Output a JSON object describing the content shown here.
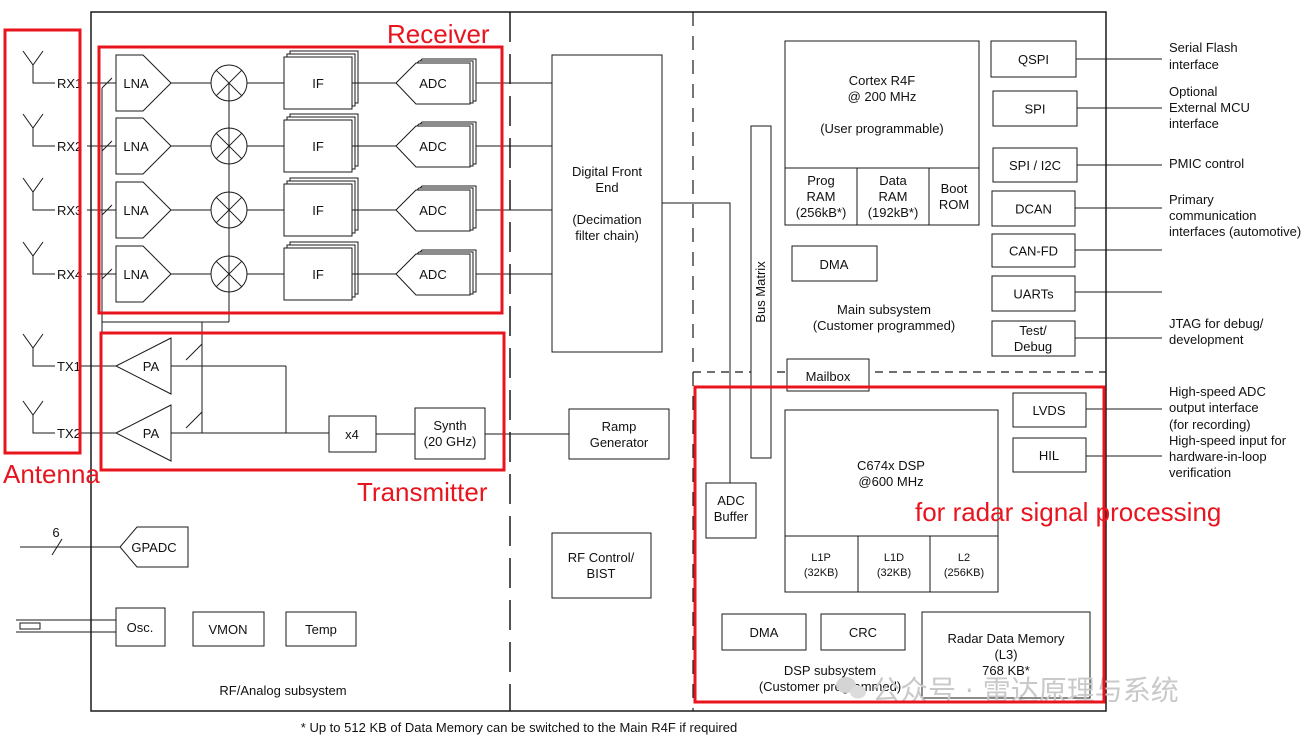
{
  "annotations": {
    "receiver": "Receiver",
    "antenna": "Antenna",
    "transmitter": "Transmitter",
    "radar": "for radar signal processing"
  },
  "rx_labels": [
    "RX1",
    "RX2",
    "RX3",
    "RX4"
  ],
  "tx_labels": [
    "TX1",
    "TX2"
  ],
  "lna": "LNA",
  "pa": "PA",
  "if_label": "IF",
  "adc": "ADC",
  "x4": "x4",
  "synth": [
    "Synth",
    "(20 GHz)"
  ],
  "ramp": [
    "Ramp",
    "Generator"
  ],
  "dfe": [
    "Digital Front",
    "End",
    "",
    "(Decimation",
    "filter chain)"
  ],
  "rf_control": [
    "RF Control/",
    "BIST"
  ],
  "adc_buffer": [
    "ADC",
    "Buffer"
  ],
  "bus_matrix": "Bus Matrix",
  "gpadc_bus": "6",
  "gpadc": "GPADC",
  "osc": "Osc.",
  "vmon": "VMON",
  "temp": "Temp",
  "rf_subsystem": "RF/Analog subsystem",
  "cortex": [
    "Cortex R4F",
    "@ 200 MHz",
    "",
    "(User programmable)"
  ],
  "prog_ram": [
    "Prog",
    "RAM",
    "(256kB*)"
  ],
  "data_ram": [
    "Data",
    "RAM",
    "(192kB*)"
  ],
  "boot_rom": [
    "Boot",
    "ROM"
  ],
  "main_dma": "DMA",
  "main_subsystem": [
    "Main subsystem",
    "(Customer programmed)"
  ],
  "mailbox": "Mailbox",
  "interfaces": [
    "QSPI",
    "SPI",
    "SPI / I2C",
    "DCAN",
    "CAN-FD",
    "UARTs"
  ],
  "test_debug": [
    "Test/",
    "Debug"
  ],
  "lvds": "LVDS",
  "hil": "HIL",
  "right_labels": {
    "serial_flash": [
      "Serial Flash",
      "interface"
    ],
    "optional_mcu": [
      "Optional",
      "External MCU",
      "interface"
    ],
    "pmic": [
      "PMIC control"
    ],
    "primary": [
      "Primary",
      "communication",
      "interfaces (automotive)"
    ],
    "jtag": [
      "JTAG for debug/",
      "development"
    ],
    "hs_adc": [
      "High-speed ADC",
      "output interface",
      "(for recording)"
    ],
    "hs_input": [
      "High-speed input for",
      "hardware-in-loop",
      "verification"
    ]
  },
  "dsp": [
    "C674x DSP",
    "@600 MHz"
  ],
  "l1p": [
    "L1P",
    "(32KB)"
  ],
  "l1d": [
    "L1D",
    "(32KB)"
  ],
  "l2": [
    "L2",
    "(256KB)"
  ],
  "dsp_dma": "DMA",
  "crc": "CRC",
  "radar_mem": [
    "Radar Data Memory",
    "(L3)",
    "768 KB*"
  ],
  "dsp_subsystem": [
    "DSP subsystem",
    "(Customer programmed)"
  ],
  "footnote": "* Up to 512 KB of Data Memory can be switched to the Main R4F if required",
  "watermark": "公众号 · 雷达原理与系统",
  "colors": {
    "annotation_red": "#e8141e",
    "line": "#1a1a1a",
    "watermark": "#c9c9c9"
  }
}
